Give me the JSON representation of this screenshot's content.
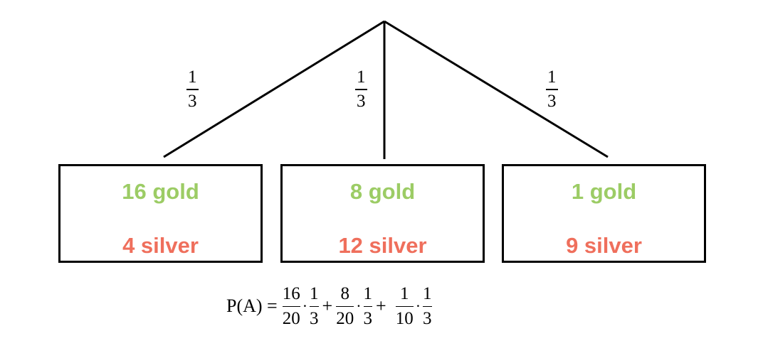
{
  "colors": {
    "gold": "#9ccc65",
    "silver": "#ef6f5c",
    "line": "#000000"
  },
  "branches": [
    {
      "prob_num": "1",
      "prob_den": "3"
    },
    {
      "prob_num": "1",
      "prob_den": "3"
    },
    {
      "prob_num": "1",
      "prob_den": "3"
    }
  ],
  "boxes": [
    {
      "gold": "16 gold",
      "silver": "4 silver"
    },
    {
      "gold": "8 gold",
      "silver": "12 silver"
    },
    {
      "gold": "1 gold",
      "silver": "9 silver"
    }
  ],
  "formula": {
    "lhs": "P(A) =",
    "terms": [
      {
        "num": "16",
        "den": "20",
        "p_num": "1",
        "p_den": "3",
        "op": "+"
      },
      {
        "num": "8",
        "den": "20",
        "p_num": "1",
        "p_den": "3",
        "op": "+"
      },
      {
        "num": "1",
        "den": "10",
        "p_num": "1",
        "p_den": "3",
        "op": ""
      }
    ],
    "dot": "·"
  }
}
